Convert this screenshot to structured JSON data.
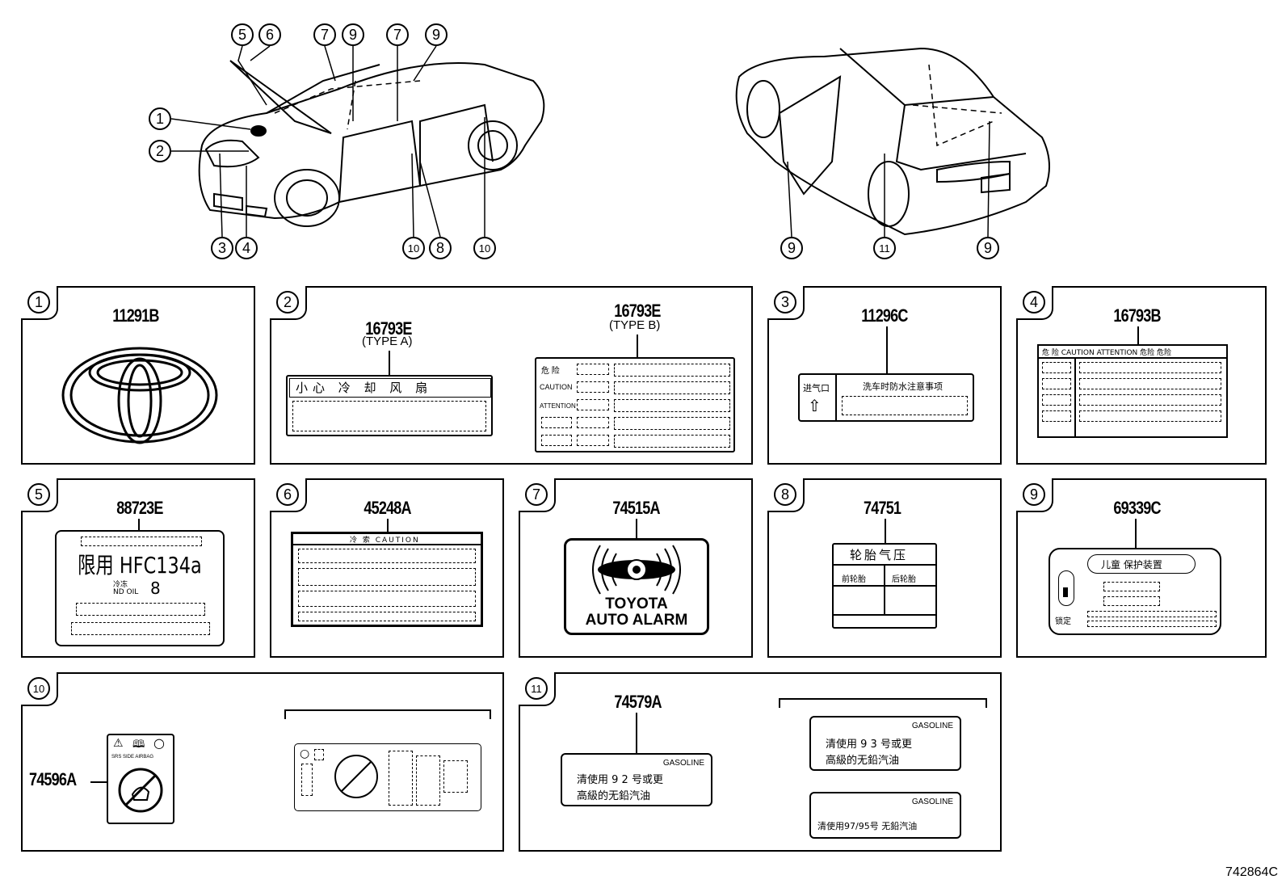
{
  "callouts_top": [
    "5",
    "6",
    "7",
    "9",
    "7",
    "9"
  ],
  "callouts_left": [
    "1",
    "2"
  ],
  "callouts_bottom_front": [
    "3",
    "4",
    "10",
    "8",
    "10"
  ],
  "callouts_bottom_rear": [
    "9",
    "11",
    "9"
  ],
  "panels": {
    "p1": {
      "num": "1",
      "part": "11291B"
    },
    "p2": {
      "num": "2",
      "part_a": "16793E",
      "type_a": "(TYPE A)",
      "part_b": "16793E",
      "type_b": "(TYPE B)",
      "typeA_label": "小心  冷 却 风 扇",
      "typeA_warn_icon": "warning-triangle",
      "typeB_rows": [
        "危 险",
        "CAUTION",
        "ATTENTION"
      ]
    },
    "p3": {
      "num": "3",
      "part": "11296C",
      "intake": "进气口",
      "title": "洗车时防水注意事项"
    },
    "p4": {
      "num": "4",
      "part": "16793B",
      "header": "危 险  CAUTION  ATTENTION 危险  危险"
    },
    "p5": {
      "num": "5",
      "part": "88723E",
      "big": "限用 HFC134a",
      "oil_cn": "冷冻",
      "oil_en": "ND OIL",
      "oil_num": "8"
    },
    "p6": {
      "num": "6",
      "part": "45248A",
      "header": "冷 索  CAUTION"
    },
    "p7": {
      "num": "7",
      "part": "74515A",
      "line1": "TOYOTA",
      "line2": "AUTO ALARM"
    },
    "p8": {
      "num": "8",
      "part": "74751",
      "title": "轮胎气压",
      "front": "前轮胎",
      "rear": "后轮胎"
    },
    "p9": {
      "num": "9",
      "part": "69339C",
      "title": "儿童 保护装置",
      "mark": "锁定"
    },
    "p10": {
      "num": "10",
      "part": "74596A",
      "airbag": "SRS SIDE AIRBAG"
    },
    "p11": {
      "num": "11",
      "part": "74579A",
      "labels": [
        {
          "top": "GASOLINE",
          "l1": "清使用 9 2 号或更",
          "l2": "高級的无鉛汽油"
        },
        {
          "top": "GASOLINE",
          "l1": "清使用 9 3 号或更",
          "l2": "高級的无鉛汽油"
        },
        {
          "top": "GASOLINE",
          "l1": "清使用97/95号   无鉛汽油"
        }
      ]
    }
  },
  "footer": "742864C"
}
